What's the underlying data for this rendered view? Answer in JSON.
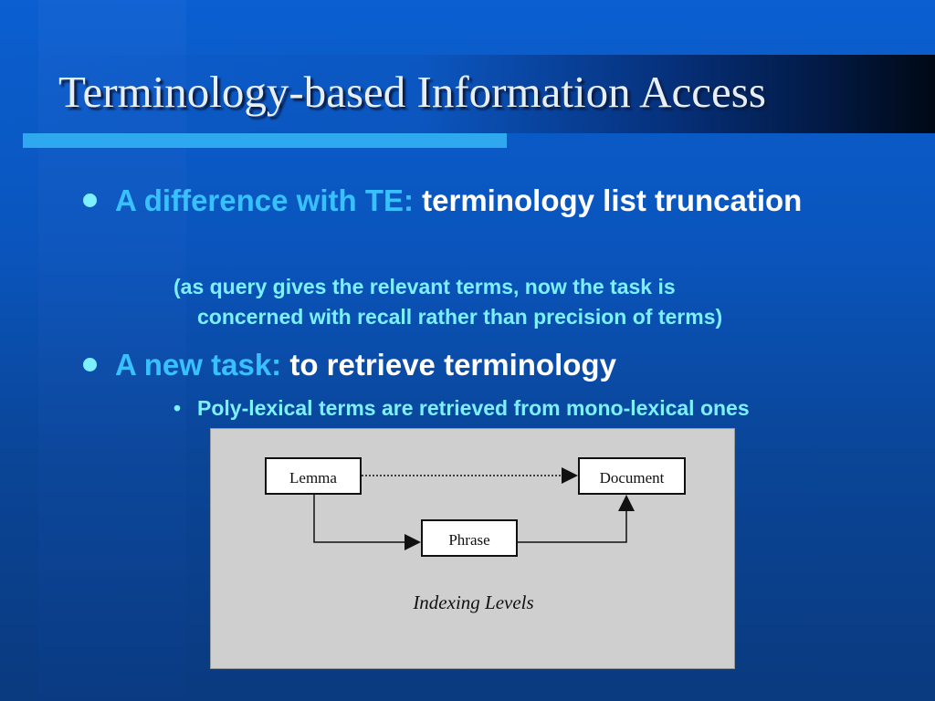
{
  "slide": {
    "title": "Terminology-based Information Access",
    "bullets": [
      {
        "lead": "A difference with TE:",
        "text": " terminology list truncation",
        "sub": {
          "line1": "(as query gives the relevant terms, now the task is",
          "line2": "concerned with recall rather than precision of terms)"
        }
      },
      {
        "lead": "A new task:",
        "text": " to retrieve terminology",
        "sub": {
          "bullet": "•",
          "text": "Poly-lexical terms are retrieved from mono-lexical ones"
        }
      }
    ]
  },
  "diagram": {
    "nodes": {
      "lemma": "Lemma",
      "document": "Document",
      "phrase": "Phrase"
    },
    "caption": "Indexing Levels"
  },
  "colors": {
    "background_top": "#0b5fd0",
    "background_bottom": "#0a3a7f",
    "accent_line": "#2ea9f0",
    "bullet_lead": "#38c0ff",
    "sub_text": "#7df0ff",
    "body_text": "#ffffff",
    "diagram_bg": "#cfcfcf"
  }
}
